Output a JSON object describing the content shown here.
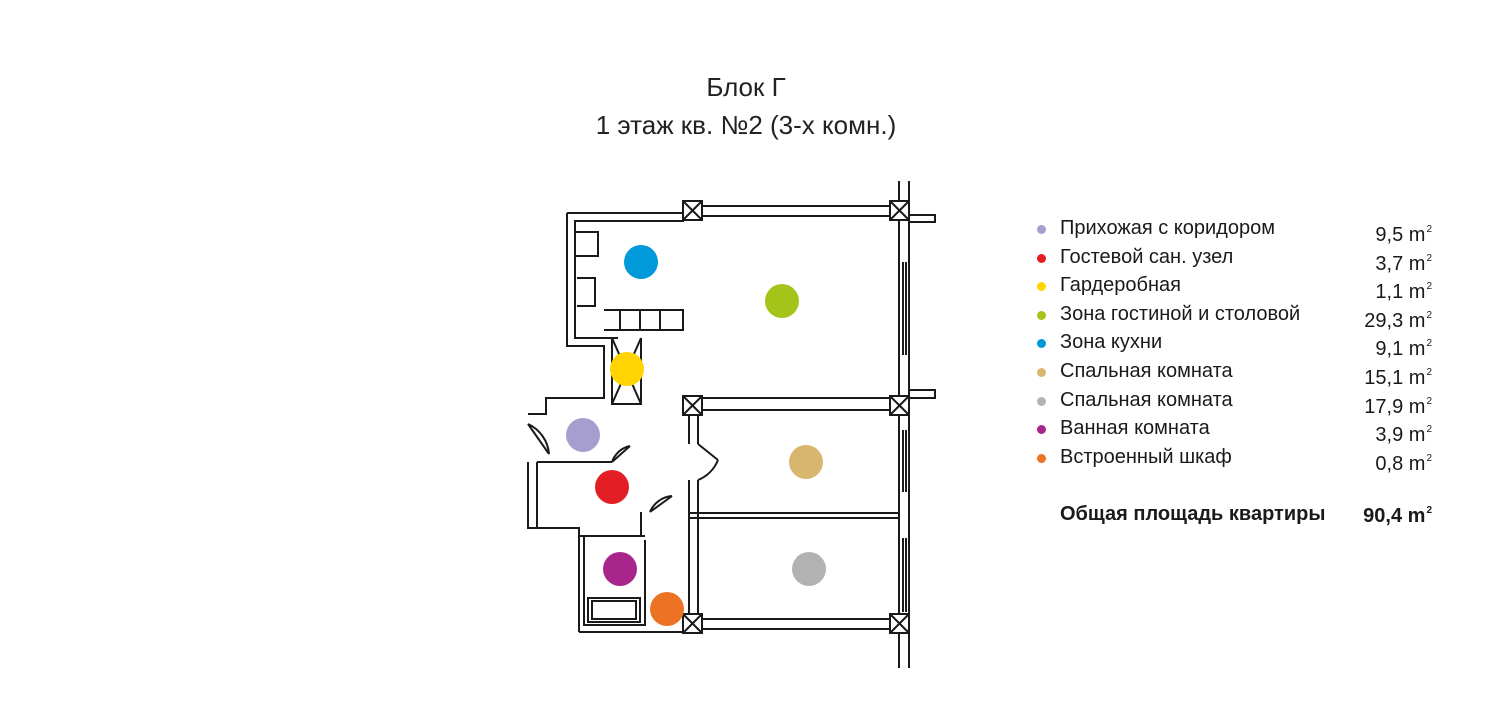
{
  "header": {
    "title_line1": "Блок Г",
    "title_line2": "1 этаж кв. №2 (3-х комн.)"
  },
  "legend": {
    "unit": "m",
    "unit_sup": "2",
    "items": [
      {
        "label": "Прихожая с коридором",
        "area": "9,5",
        "color": "#a79ed0"
      },
      {
        "label": "Гостевой сан. узел",
        "area": "3,7",
        "color": "#e31e24"
      },
      {
        "label": "Гардеробная",
        "area": "1,1",
        "color": "#ffd400"
      },
      {
        "label": "Зона гостиной и столовой",
        "area": "29,3",
        "color": "#a5c419"
      },
      {
        "label": "Зона кухни",
        "area": "9,1",
        "color": "#0099d9"
      },
      {
        "label": "Спальная комната",
        "area": "15,1",
        "color": "#d8b66f"
      },
      {
        "label": "Спальная комната",
        "area": "17,9",
        "color": "#b2b2b2"
      },
      {
        "label": "Ванная комната",
        "area": "3,9",
        "color": "#a8258c"
      },
      {
        "label": "Встроенный шкаф",
        "area": "0,8",
        "color": "#ec7324"
      }
    ]
  },
  "total": {
    "label": "Общая площадь квартиры",
    "area": "90,4",
    "unit": "m",
    "unit_sup": "2"
  }
}
